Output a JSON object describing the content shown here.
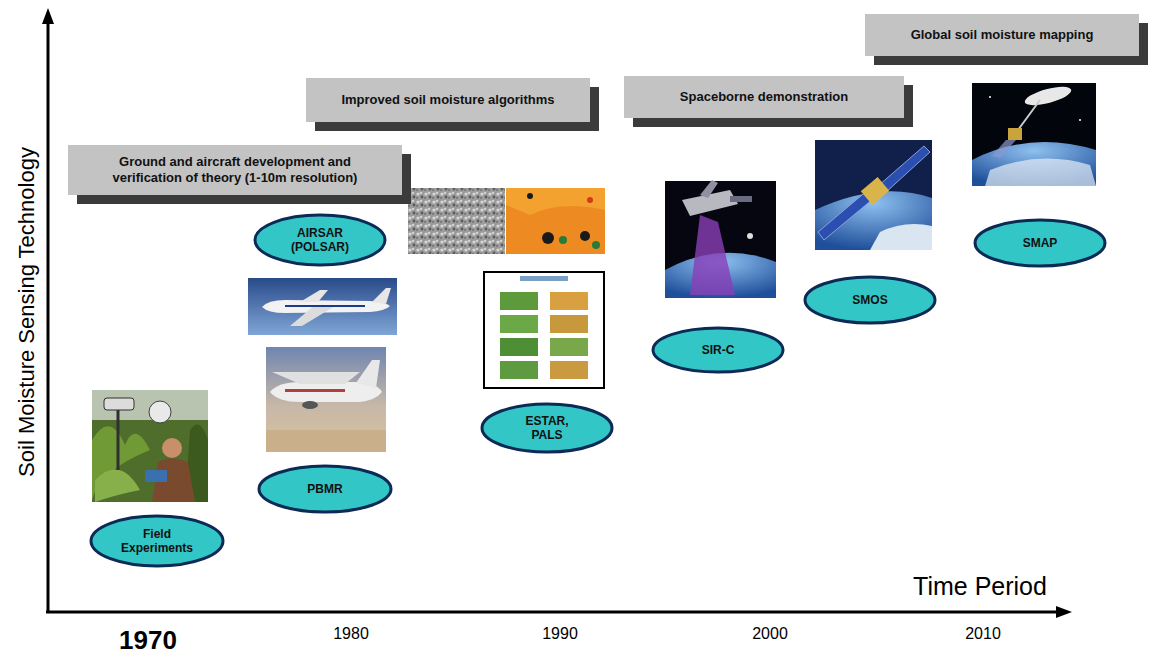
{
  "diagram": {
    "nodes": [
      {
        "text": [
          "Ground and aircraft development and verification of theory (1-10m resolution)"
        ]
      },
      {
        "text": [
          "Field Experiments"
        ]
      },
      {
        "text": [
          "PBMR"
        ]
      },
      {
        "text": [
          "AIRSAR (POLSAR)"
        ]
      },
      {
        "text": [
          "Improved soil moisture algorithms"
        ]
      },
      {
        "text": [
          "ESTAR, PALS"
        ]
      },
      {
        "text": [
          "Spaceborne demonstration"
        ]
      },
      {
        "text": [
          "SIR-C"
        ]
      },
      {
        "text": [
          "SMOS"
        ]
      },
      {
        "text": [
          "Global soil moisture mapping"
        ]
      },
      {
        "text": [
          "SMAP"
        ]
      }
    ],
    "labels": [
      "Soil Moisture Sensing Technology",
      "Time Period",
      "1970",
      "1980",
      "1990",
      "2000",
      "2010"
    ]
  }
}
